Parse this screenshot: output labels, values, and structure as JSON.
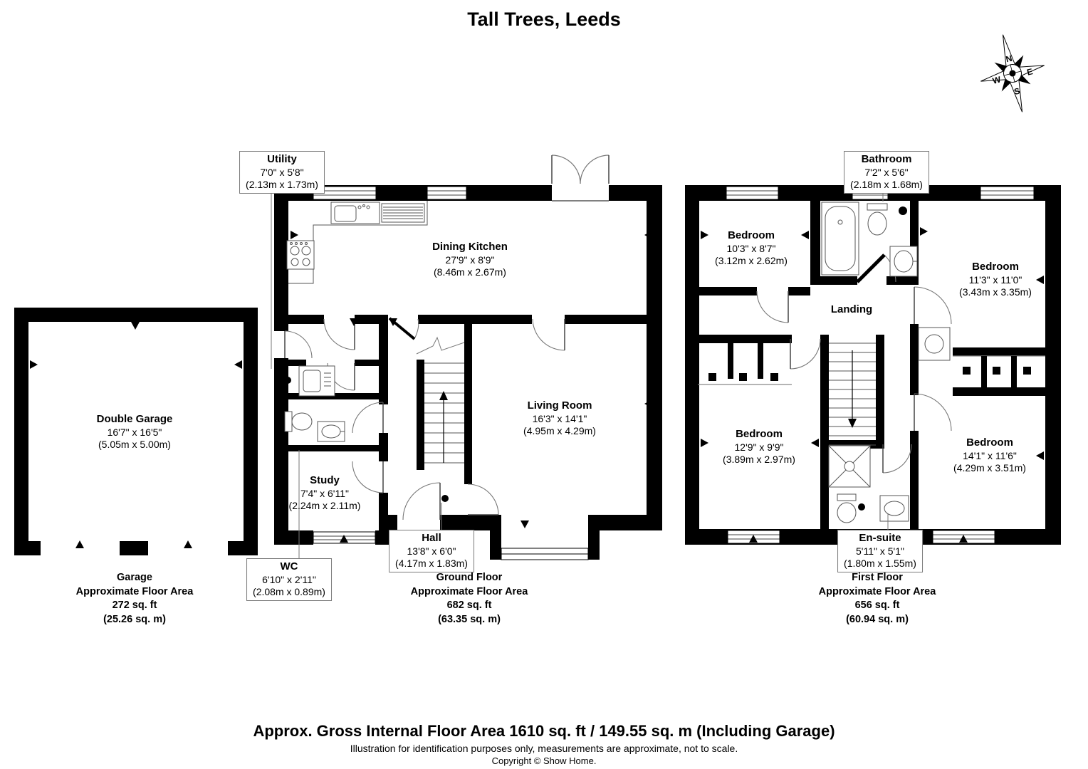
{
  "title": "Tall Trees, Leeds",
  "compass": {
    "north": "N",
    "east": "E",
    "south": "S",
    "west": "W"
  },
  "labels": {
    "utility": {
      "name": "Utility",
      "imperial": "7'0\" x 5'8\"",
      "metric": "(2.13m x 1.73m)"
    },
    "dining_kitchen": {
      "name": "Dining Kitchen",
      "imperial": "27'9\" x 8'9\"",
      "metric": "(8.46m x 2.67m)"
    },
    "living_room": {
      "name": "Living Room",
      "imperial": "16'3\" x 14'1\"",
      "metric": "(4.95m x 4.29m)"
    },
    "study": {
      "name": "Study",
      "imperial": "7'4\" x 6'11\"",
      "metric": "(2.24m x 2.11m)"
    },
    "wc": {
      "name": "WC",
      "imperial": "6'10\" x 2'11\"",
      "metric": "(2.08m x 0.89m)"
    },
    "hall": {
      "name": "Hall",
      "imperial": "13'8\" x 6'0\"",
      "metric": "(4.17m x 1.83m)"
    },
    "double_garage": {
      "name": "Double Garage",
      "imperial": "16'7\" x 16'5\"",
      "metric": "(5.05m x 5.00m)"
    },
    "bathroom": {
      "name": "Bathroom",
      "imperial": "7'2\" x 5'6\"",
      "metric": "(2.18m x 1.68m)"
    },
    "bedroom_tl": {
      "name": "Bedroom",
      "imperial": "10'3\" x 8'7\"",
      "metric": "(3.12m x 2.62m)"
    },
    "bedroom_tr": {
      "name": "Bedroom",
      "imperial": "11'3\" x 11'0\"",
      "metric": "(3.43m x 3.35m)"
    },
    "bedroom_bl": {
      "name": "Bedroom",
      "imperial": "12'9\" x 9'9\"",
      "metric": "(3.89m x 2.97m)"
    },
    "bedroom_br": {
      "name": "Bedroom",
      "imperial": "14'1\" x 11'6\"",
      "metric": "(4.29m x 3.51m)"
    },
    "landing": {
      "name": "Landing"
    },
    "ensuite": {
      "name": "En-suite",
      "imperial": "5'11\" x 5'1\"",
      "metric": "(1.80m x 1.55m)"
    }
  },
  "areas": {
    "garage": {
      "title": "Garage",
      "subtitle": "Approximate Floor Area",
      "sqft": "272 sq. ft",
      "sqm": "(25.26 sq. m)"
    },
    "ground": {
      "title": "Ground Floor",
      "subtitle": "Approximate Floor Area",
      "sqft": "682 sq. ft",
      "sqm": "(63.35 sq. m)"
    },
    "first": {
      "title": "First Floor",
      "subtitle": "Approximate Floor Area",
      "sqft": "656 sq. ft",
      "sqm": "(60.94 sq. m)"
    }
  },
  "footer": {
    "gross_area": "Approx. Gross Internal Floor Area 1610 sq. ft / 149.55 sq. m (Including Garage)",
    "disclaimer": "Illustration for identification purposes only, measurements are approximate, not to scale.",
    "copyright": "Copyright © Show Home."
  }
}
